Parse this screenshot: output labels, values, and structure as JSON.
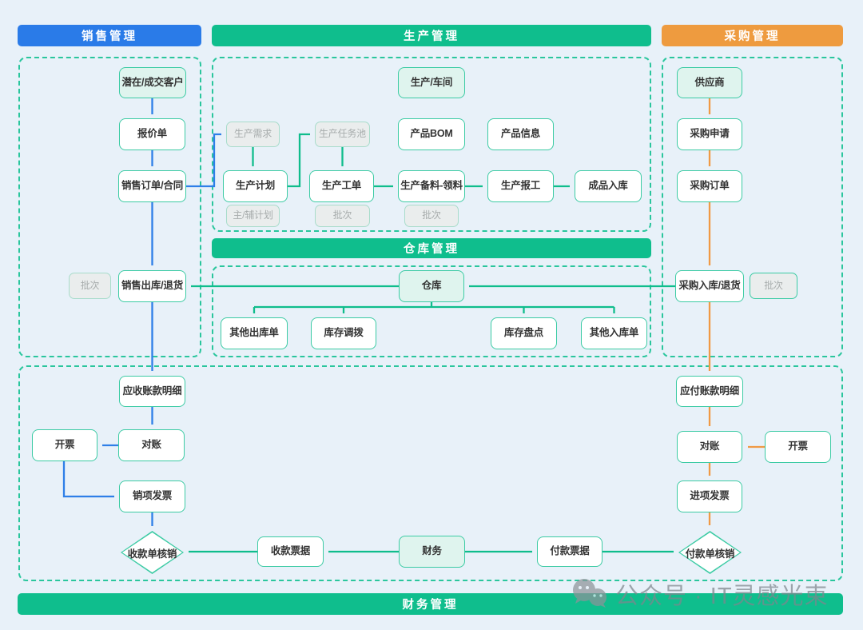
{
  "title_bars": {
    "sales": "销售管理",
    "production": "生产管理",
    "purchasing": "采购管理",
    "warehouse": "仓库管理",
    "finance": "财务管理"
  },
  "nodes": {
    "customer": "潜在/成交客户",
    "quote": "报价单",
    "sales_order": "销售订单/合同",
    "sales_batch": "批次",
    "sales_outbound": "销售出库/退货",
    "workshop": "生产/车间",
    "prod_demand": "生产需求",
    "task_pool": "生产任务池",
    "product_bom": "产品BOM",
    "product_info": "产品信息",
    "prod_plan": "生产计划",
    "main_aux_plan": "主/辅计划",
    "work_order": "生产工单",
    "wo_batch": "批次",
    "material_prep": "生产备料-领料",
    "material_batch": "批次",
    "prod_report": "生产报工",
    "finished_in": "成品入库",
    "warehouse": "仓库",
    "other_outbound": "其他出库单",
    "stock_transfer": "库存调拨",
    "stock_count": "库存盘点",
    "other_inbound": "其他入库单",
    "supplier": "供应商",
    "purchase_request": "采购申请",
    "purchase_order": "采购订单",
    "purchase_inbound": "采购入库/退货",
    "purchase_batch": "批次",
    "ar_detail": "应收账款明细",
    "invoice_out": "开票",
    "recon_left": "对账",
    "sales_invoice": "销项发票",
    "receipt_writeoff": "收款单核销",
    "receipt_note": "收款票据",
    "finance": "财务",
    "payment_note": "付款票据",
    "ap_detail": "应付账款明细",
    "recon_right": "对账",
    "invoice_in": "开票",
    "input_invoice": "进项发票",
    "payment_writeoff": "付款单核销"
  },
  "watermark": {
    "text": "公众号 · IT灵感光束"
  },
  "colors": {
    "background": "#e8f1f9",
    "sales_accent": "#2a7be8",
    "production_accent": "#0fbe8d",
    "purchasing_accent": "#ee9b3f",
    "node_border": "#3ccba4",
    "region_dash": "#2ac69d",
    "seed_fill": "#dff4ee",
    "ghost_fill": "#eaeded"
  }
}
